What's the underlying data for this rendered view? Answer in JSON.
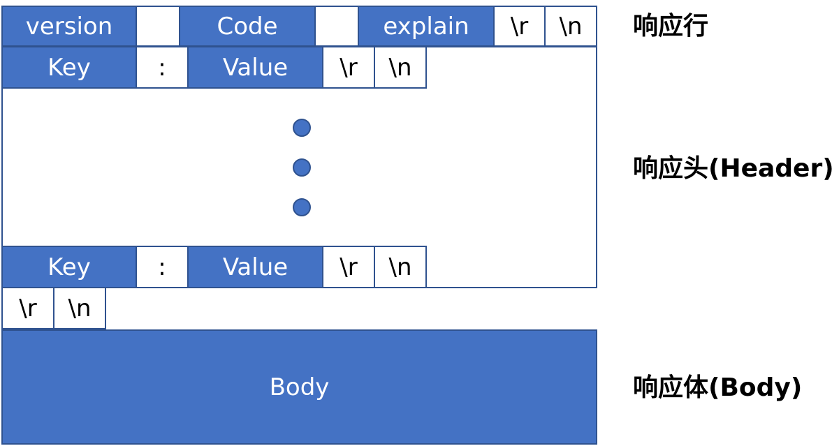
{
  "status_line": {
    "version": "version",
    "code": "Code",
    "explain": "explain",
    "cr": "\\r",
    "lf": "\\n"
  },
  "header_first": {
    "key": "Key",
    "colon": ":",
    "value": "Value",
    "cr": "\\r",
    "lf": "\\n"
  },
  "header_last": {
    "key": "Key",
    "colon": ":",
    "value": "Value",
    "cr": "\\r",
    "lf": "\\n"
  },
  "blank_line": {
    "cr": "\\r",
    "lf": "\\n"
  },
  "body": {
    "label": "Body"
  },
  "labels": {
    "status_line": "响应行",
    "header": "响应头(Header)",
    "body": "响应体(Body)"
  },
  "colors": {
    "accent": "#4472C4",
    "border": "#2F528F"
  }
}
